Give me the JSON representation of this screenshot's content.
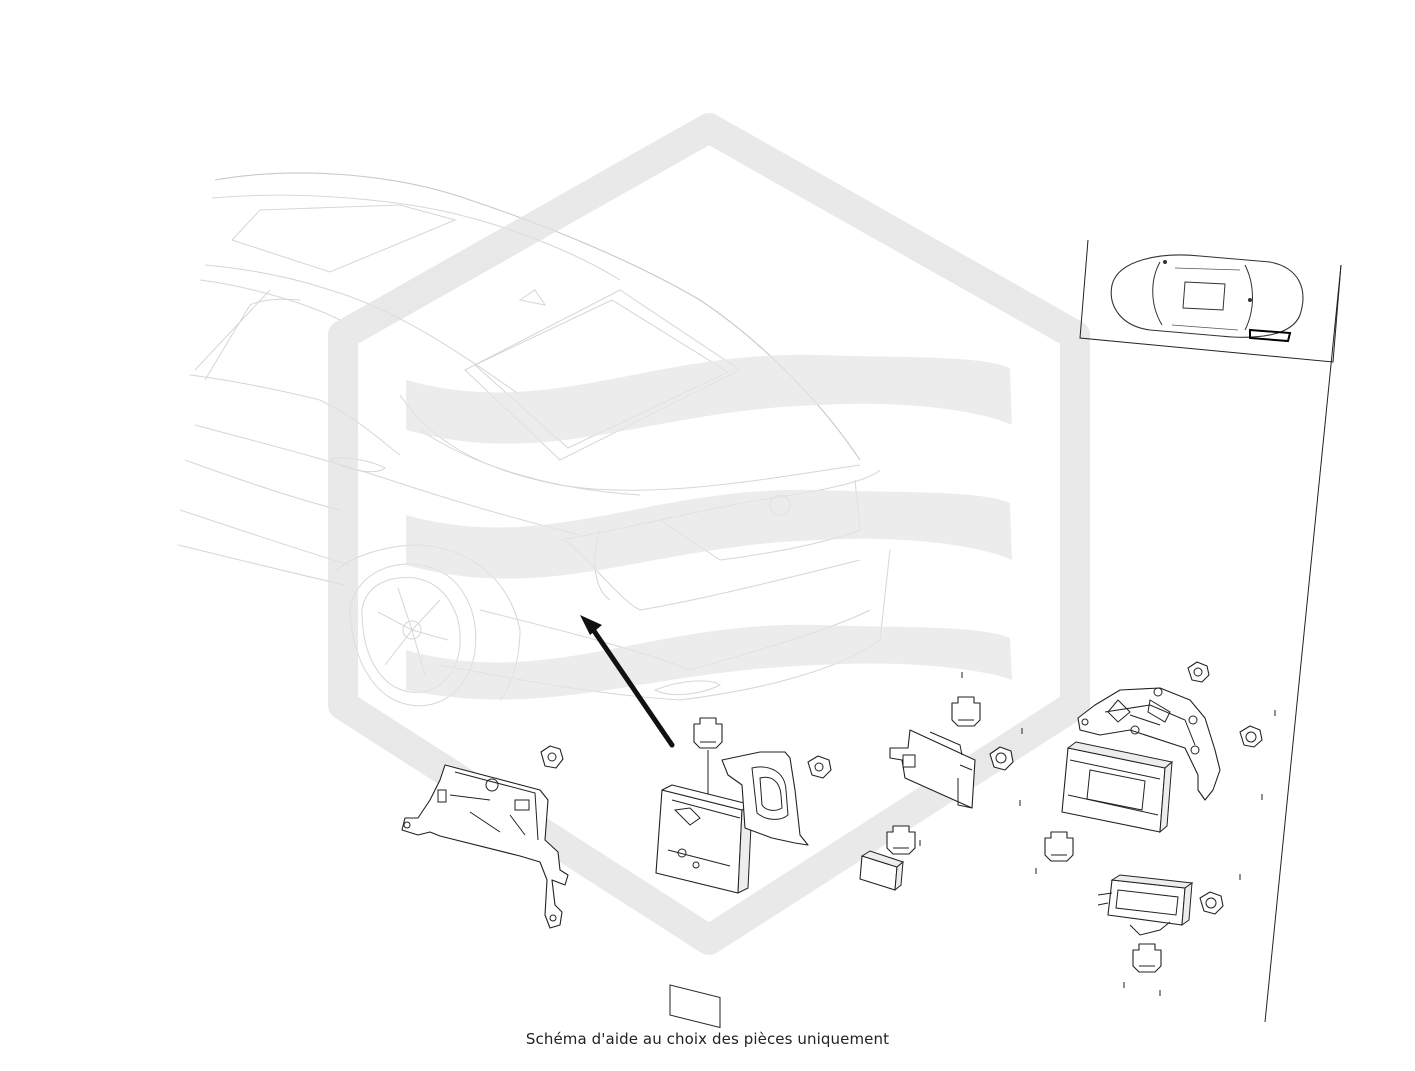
{
  "caption": "Schéma d'aide au choix des pièces uniquement",
  "colors": {
    "background": "#ffffff",
    "watermark": "#e3e3e3",
    "vehicle_outline": "#d6d6d6",
    "part_outline": "#222222"
  },
  "watermark": {
    "shape": "hexagon-with-waves"
  },
  "inset": {
    "description": "top view vehicle locator"
  }
}
